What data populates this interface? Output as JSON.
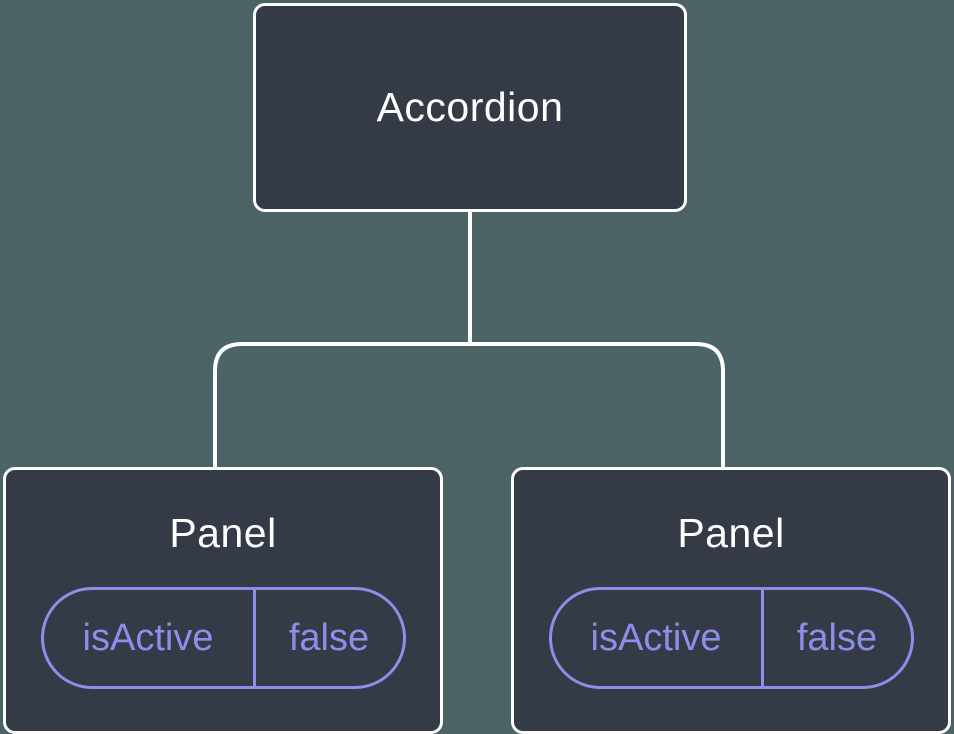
{
  "diagram": {
    "description": "Component tree: Accordion root with two Panel children holding local state",
    "root": {
      "label": "Accordion"
    },
    "panels": [
      {
        "title": "Panel",
        "state": {
          "name": "isActive",
          "value": "false"
        }
      },
      {
        "title": "Panel",
        "state": {
          "name": "isActive",
          "value": "false"
        }
      }
    ],
    "colors": {
      "background": "#4C6466",
      "node_fill": "#343A46",
      "node_border": "#FFFFFF",
      "state_accent": "#8C8FEA",
      "title_text": "#FFFFFF"
    }
  }
}
